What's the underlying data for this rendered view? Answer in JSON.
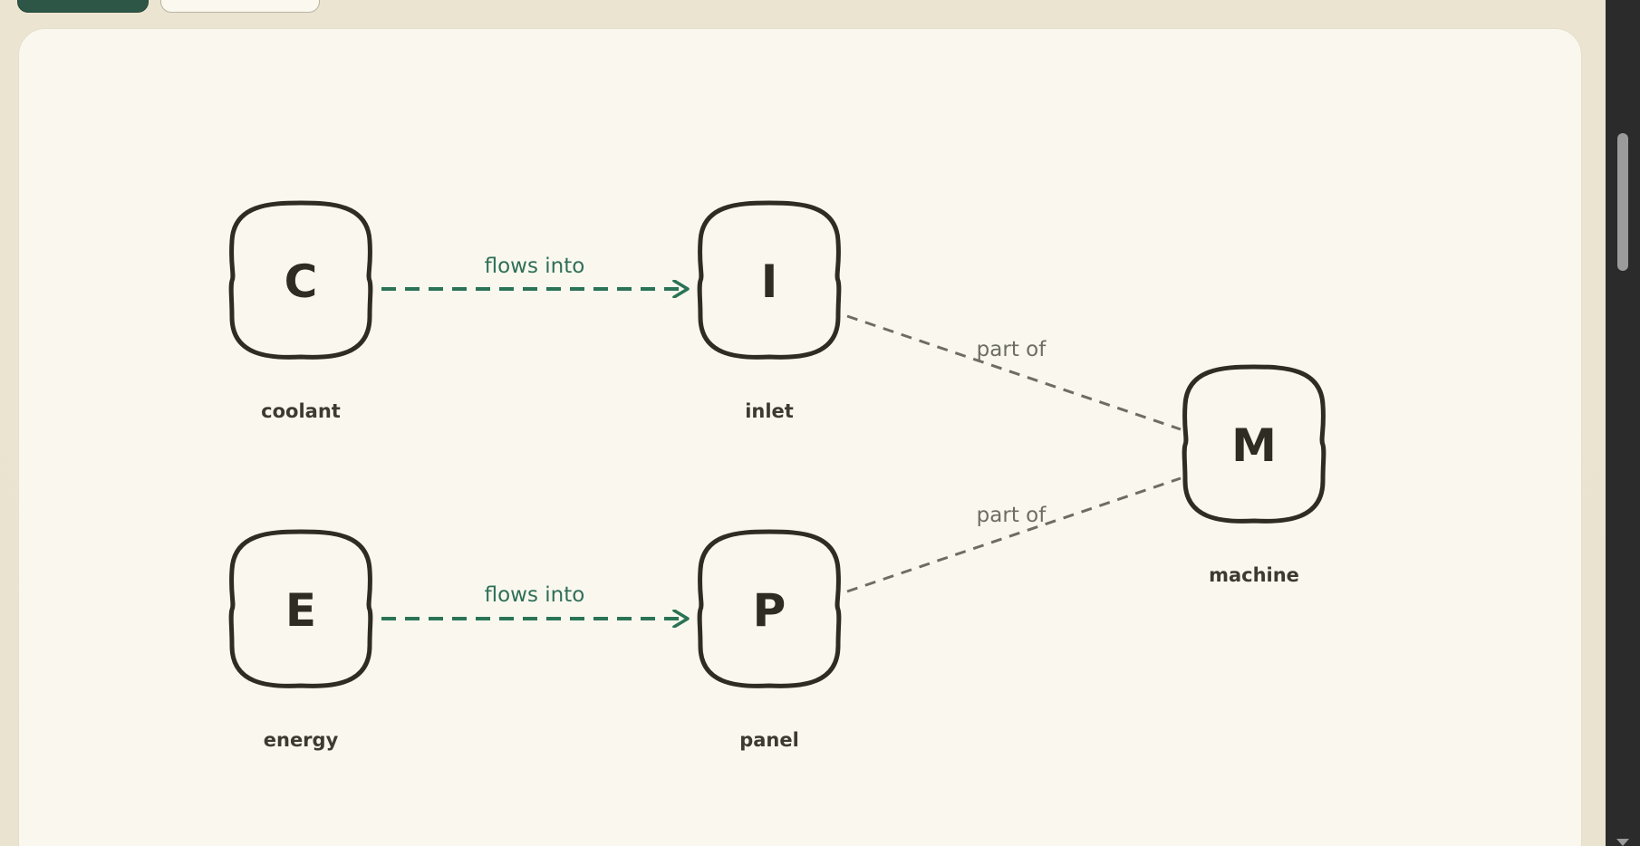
{
  "nodes": {
    "coolant": {
      "letter": "C",
      "caption": "coolant"
    },
    "inlet": {
      "letter": "I",
      "caption": "inlet"
    },
    "energy": {
      "letter": "E",
      "caption": "energy"
    },
    "panel": {
      "letter": "P",
      "caption": "panel"
    },
    "machine": {
      "letter": "M",
      "caption": "machine"
    }
  },
  "edges": {
    "coolant_inlet": {
      "label": "flows into"
    },
    "energy_panel": {
      "label": "flows into"
    },
    "inlet_machine": {
      "label": "part of"
    },
    "panel_machine": {
      "label": "part of"
    }
  },
  "colors": {
    "flow_edge": "#2a7356",
    "part_edge": "#6e6d63",
    "node_stroke": "#2f2c24",
    "primary_button": "#2e5646"
  }
}
